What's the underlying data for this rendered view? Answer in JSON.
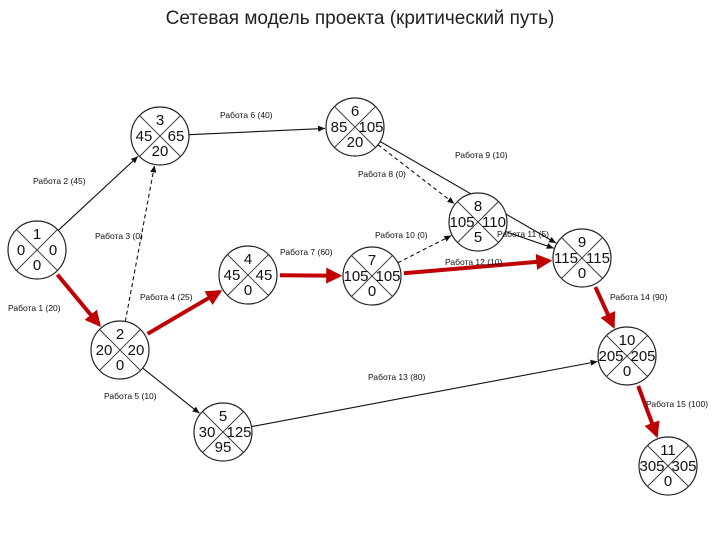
{
  "title": "Сетевая модель проекта (критический путь)",
  "colors": {
    "critical": "#c00000",
    "line": "#111111"
  },
  "events": [
    {
      "id": 1,
      "top": "1",
      "left": "0",
      "right": "0",
      "bottom": "0"
    },
    {
      "id": 2,
      "top": "2",
      "left": "20",
      "right": "20",
      "bottom": "0"
    },
    {
      "id": 3,
      "top": "3",
      "left": "45",
      "right": "65",
      "bottom": "20"
    },
    {
      "id": 4,
      "top": "4",
      "left": "45",
      "right": "45",
      "bottom": "0"
    },
    {
      "id": 5,
      "top": "5",
      "left": "30",
      "right": "125",
      "bottom": "95"
    },
    {
      "id": 6,
      "top": "6",
      "left": "85",
      "right": "105",
      "bottom": "20"
    },
    {
      "id": 7,
      "top": "7",
      "left": "105",
      "right": "105",
      "bottom": "0"
    },
    {
      "id": 8,
      "top": "8",
      "left": "105",
      "right": "110",
      "bottom": "5"
    },
    {
      "id": 9,
      "top": "9",
      "left": "115",
      "right": "115",
      "bottom": "0"
    },
    {
      "id": 10,
      "top": "10",
      "left": "205",
      "right": "205",
      "bottom": "0"
    },
    {
      "id": 11,
      "top": "11",
      "left": "305",
      "right": "305",
      "bottom": "0"
    }
  ],
  "works": [
    {
      "id": "w1",
      "label": "Работа 1 (20)",
      "from": 1,
      "to": 2,
      "style": "critical"
    },
    {
      "id": "w2",
      "label": "Работа 2 (45)",
      "from": 1,
      "to": 3,
      "style": "normal"
    },
    {
      "id": "w3",
      "label": "Работа 3    (0)",
      "from": 2,
      "to": 3,
      "style": "dashed"
    },
    {
      "id": "w4",
      "label": "Работа 4 (25)",
      "from": 2,
      "to": 4,
      "style": "critical"
    },
    {
      "id": "w5",
      "label": "Работа 5 (10)",
      "from": 2,
      "to": 5,
      "style": "normal"
    },
    {
      "id": "w6",
      "label": "Работа 6 (40)",
      "from": 3,
      "to": 6,
      "style": "normal"
    },
    {
      "id": "w7",
      "label": "Работа 7 (60)",
      "from": 4,
      "to": 7,
      "style": "critical"
    },
    {
      "id": "w8",
      "label": "Работа 8 (0)",
      "from": 6,
      "to": 8,
      "style": "dashed"
    },
    {
      "id": "w9",
      "label": "Работа 9 (10)",
      "from": 6,
      "to": 9,
      "style": "normal"
    },
    {
      "id": "w10",
      "label": "Работа 10 (0)",
      "from": 7,
      "to": 8,
      "style": "dashed"
    },
    {
      "id": "w11",
      "label": "Работа 11 (5)",
      "from": 8,
      "to": 9,
      "style": "normal"
    },
    {
      "id": "w12",
      "label": "Работа 12 (10)",
      "from": 7,
      "to": 9,
      "style": "critical"
    },
    {
      "id": "w13",
      "label": "Работа 13 (80)",
      "from": 5,
      "to": 10,
      "style": "normal"
    },
    {
      "id": "w14",
      "label": "Работа 14 (90)",
      "from": 9,
      "to": 10,
      "style": "critical"
    },
    {
      "id": "w15",
      "label": "Работа 15 (100)",
      "from": 10,
      "to": 11,
      "style": "critical"
    }
  ]
}
